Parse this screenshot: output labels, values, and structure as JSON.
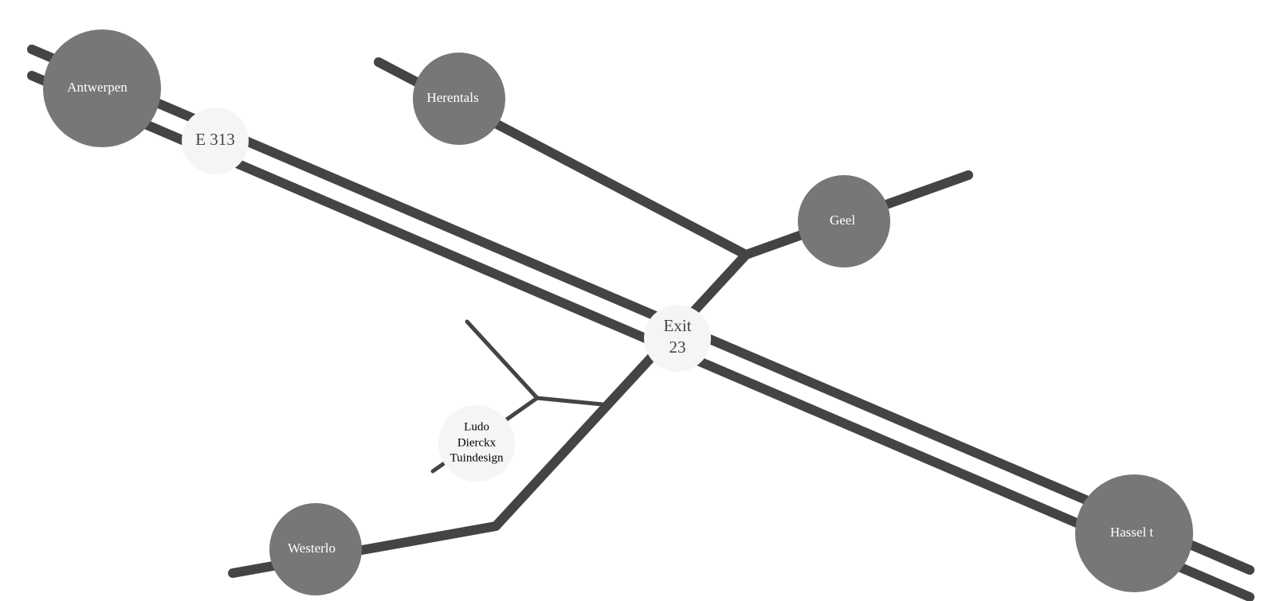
{
  "colors": {
    "road": "#444444",
    "town_fill": "#777777",
    "town_text": "#ffffff",
    "tag_fill": "#f5f5f5",
    "tag_text": "#444444",
    "biz_text": "#000000"
  },
  "highway": {
    "name": "E 313"
  },
  "exit": {
    "line1": "Exit",
    "line2": "23"
  },
  "towns": {
    "antwerpen": "Antwerpen",
    "herentals": "Herentals",
    "geel": "Geel",
    "westerlo": "Westerlo",
    "hasselt": "Hassel  t"
  },
  "business": {
    "line1": "Ludo",
    "line2": "Dierckx",
    "line3": "Tuindesign"
  }
}
